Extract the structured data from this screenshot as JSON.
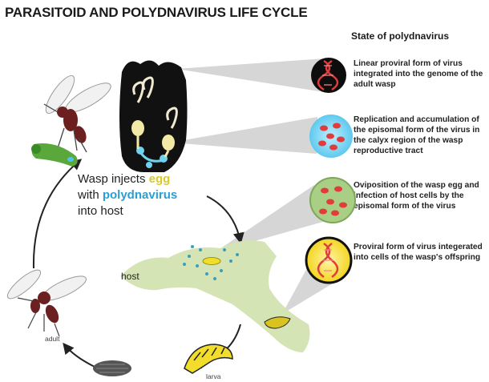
{
  "title": "PARASITOID AND POLYDNAVIRUS LIFE CYCLE",
  "state_heading": "State of polydnavirus",
  "stages": [
    {
      "icon": "dna-helix-icon",
      "text": "Linear proviral form of virus integrated into the genome of the adult wasp"
    },
    {
      "icon": "episomal-virus-icon",
      "text": "Replication and accumulation of the episomal form of the virus in the calyx region of the wasp reproductive tract"
    },
    {
      "icon": "infected-host-cell-icon",
      "text": "Oviposition of the wasp egg and infection of host cells by the episomal form of the virus"
    },
    {
      "icon": "proviral-dna-icon",
      "text": "Proviral form of virus integerated into cells of the wasp's offspring"
    }
  ],
  "injection_caption": {
    "line1": "Wasp injects ",
    "egg": "egg",
    "line2": "with ",
    "polydnavirus": "polydnavirus",
    "line3": "into host"
  },
  "labels": {
    "host": "host",
    "adult": "adult",
    "larva": "larva"
  },
  "colors": {
    "egg": "#d8cb2a",
    "polydnavirus": "#2a9fd4",
    "host": "#d4e4b4",
    "virus": "#e23b3b",
    "wasp_body": "#6b1f1f"
  }
}
